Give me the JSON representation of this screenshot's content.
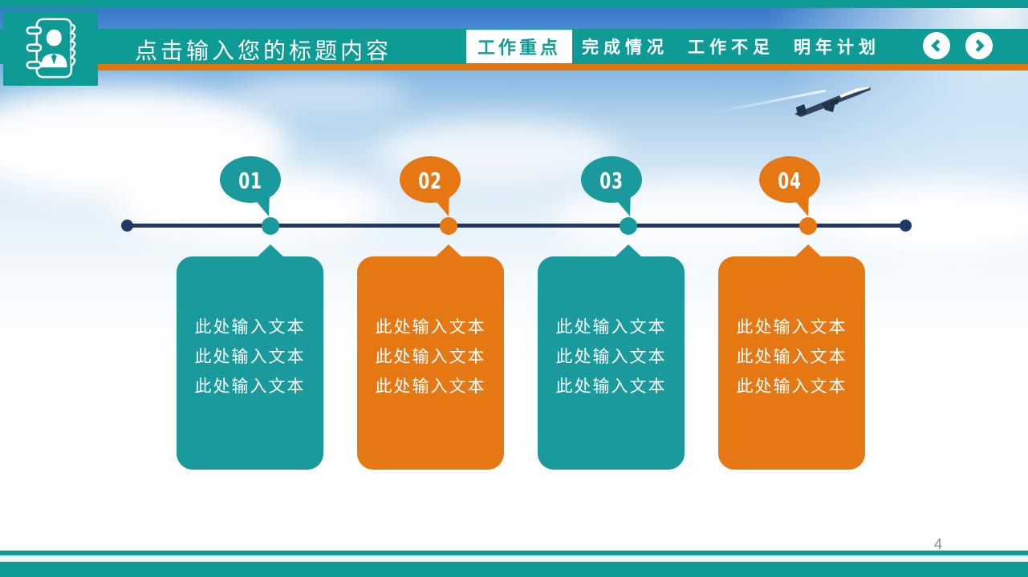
{
  "header": {
    "title": "点击输入您的标题内容",
    "logo_icon": "contact-book-icon"
  },
  "nav": {
    "items": [
      {
        "label": "工作重点",
        "active": true
      },
      {
        "label": "完成情况",
        "active": false
      },
      {
        "label": "工作不足",
        "active": false
      },
      {
        "label": "明年计划",
        "active": false
      }
    ],
    "prev_icon": "chevron-left",
    "next_icon": "chevron-right"
  },
  "timeline": {
    "steps": [
      {
        "number": "01",
        "color": "#1A9A9C",
        "lines": [
          "此处输入文本",
          "此处输入文本",
          "此处输入文本"
        ]
      },
      {
        "number": "02",
        "color": "#E67813",
        "lines": [
          "此处输入文本",
          "此处输入文本",
          "此处输入文本"
        ]
      },
      {
        "number": "03",
        "color": "#1A9A9C",
        "lines": [
          "此处输入文本",
          "此处输入文本",
          "此处输入文本"
        ]
      },
      {
        "number": "04",
        "color": "#E67813",
        "lines": [
          "此处输入文本",
          "此处输入文本",
          "此处输入文本"
        ]
      }
    ]
  },
  "footer": {
    "page_number": "4"
  },
  "colors": {
    "teal": "#0E9B96",
    "card_teal": "#1A9A9C",
    "orange_strip": "#E2750B",
    "card_orange": "#E67813",
    "navy_line": "#203864",
    "sky_top": "#2F72C5",
    "page_number_gray": "#8A8A8A"
  }
}
